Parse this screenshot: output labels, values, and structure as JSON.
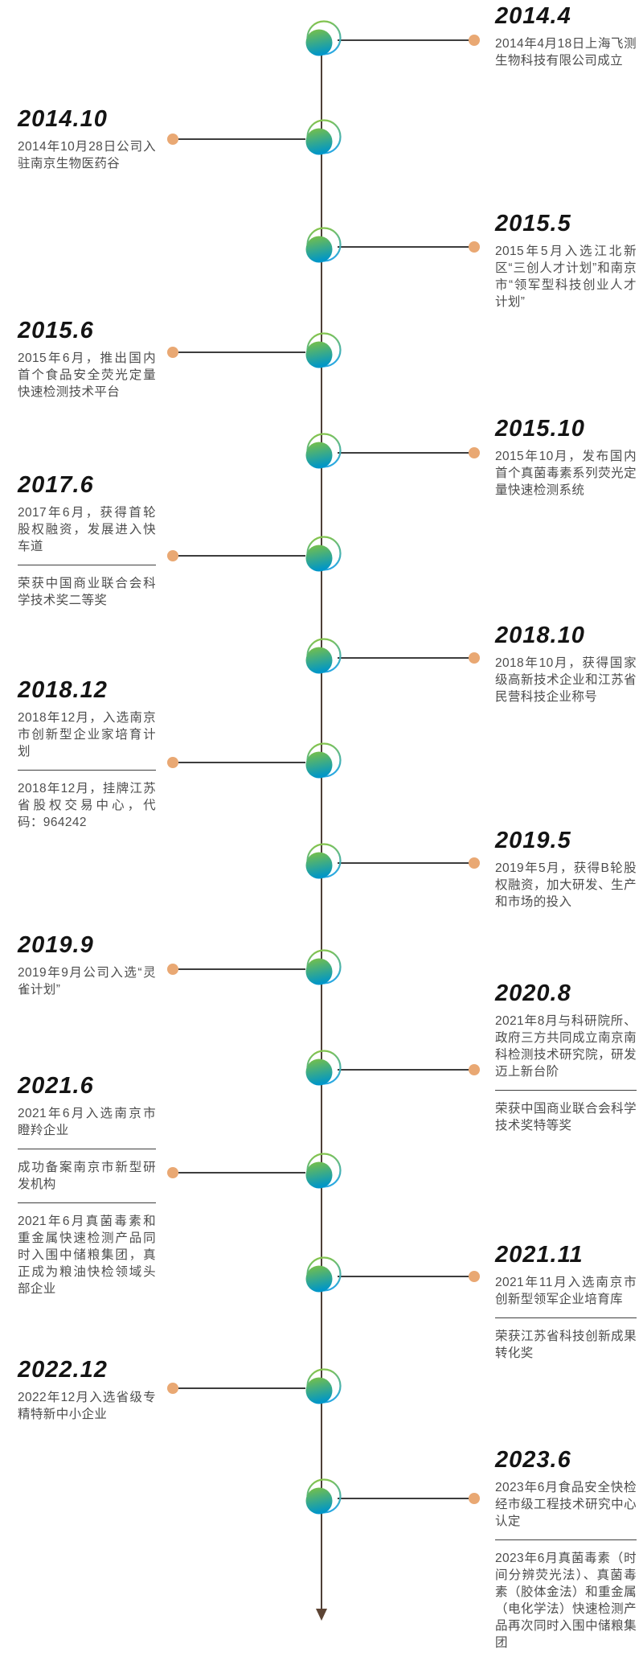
{
  "colors": {
    "accent_dot": "#E9A873",
    "axis_line": "#4E4038",
    "arrow": "#5D4434",
    "connector_line": "#3D3D3D",
    "node_green_top": "#7DC242",
    "node_blue_bottom": "#0096C7",
    "ring_green": "#8CC63F",
    "ring_blue": "#2BA9E0",
    "title_text": "#141414",
    "body_text": "#4D4D4D"
  },
  "timeline": {
    "items": [
      {
        "side": "right",
        "date": "2014.4",
        "paragraphs": [
          "2014年4月18日上海飞测生物科技有限公司成立"
        ]
      },
      {
        "side": "left",
        "date": "2014.10",
        "paragraphs": [
          "2014年10月28日公司入驻南京生物医药谷"
        ]
      },
      {
        "side": "right",
        "date": "2015.5",
        "paragraphs": [
          "2015年5月入选江北新区“三创人才计划”和南京市“领军型科技创业人才计划”"
        ]
      },
      {
        "side": "left",
        "date": "2015.6",
        "paragraphs": [
          "2015年6月，推出国内首个食品安全荧光定量快速检测技术平台"
        ]
      },
      {
        "side": "right",
        "date": "2015.10",
        "paragraphs": [
          "2015年10月，发布国内首个真菌毒素系列荧光定量快速检测系统"
        ]
      },
      {
        "side": "left",
        "date": "2017.6",
        "paragraphs": [
          "2017年6月，获得首轮股权融资，发展进入快车道",
          "荣获中国商业联合会科学技术奖二等奖"
        ]
      },
      {
        "side": "right",
        "date": "2018.10",
        "paragraphs": [
          "2018年10月，获得国家级高新技术企业和江苏省民营科技企业称号"
        ]
      },
      {
        "side": "left",
        "date": "2018.12",
        "paragraphs": [
          "2018年12月，入选南京市创新型企业家培育计划",
          "2018年12月，挂牌江苏省股权交易中心，代码：964242"
        ]
      },
      {
        "side": "right",
        "date": "2019.5",
        "paragraphs": [
          "2019年5月，获得B轮股权融资，加大研发、生产和市场的投入"
        ]
      },
      {
        "side": "left",
        "date": "2019.9",
        "paragraphs": [
          "2019年9月公司入选“灵雀计划”"
        ]
      },
      {
        "side": "right",
        "date": "2020.8",
        "paragraphs": [
          "2021年8月与科研院所、政府三方共同成立南京南科检测技术研究院，研发迈上新台阶",
          "荣获中国商业联合会科学技术奖特等奖"
        ]
      },
      {
        "side": "left",
        "date": "2021.6",
        "paragraphs": [
          "2021年6月入选南京市瞪羚企业",
          "成功备案南京市新型研发机构",
          "2021年6月真菌毒素和重金属快速检测产品同时入围中储粮集团，真正成为粮油快检领域头部企业"
        ]
      },
      {
        "side": "right",
        "date": "2021.11",
        "paragraphs": [
          "2021年11月入选南京市创新型领军企业培育库",
          "荣获江苏省科技创新成果转化奖"
        ]
      },
      {
        "side": "left",
        "date": "2022.12",
        "paragraphs": [
          "2022年12月入选省级专精特新中小企业"
        ]
      },
      {
        "side": "right",
        "date": "2023.6",
        "paragraphs": [
          "2023年6月食品安全快检经市级工程技术研究中心认定",
          "2023年6月真菌毒素（时间分辨荧光法）、真菌毒素（胶体金法）和重金属（电化学法）快速检测产品再次同时入围中储粮集团"
        ]
      }
    ]
  }
}
